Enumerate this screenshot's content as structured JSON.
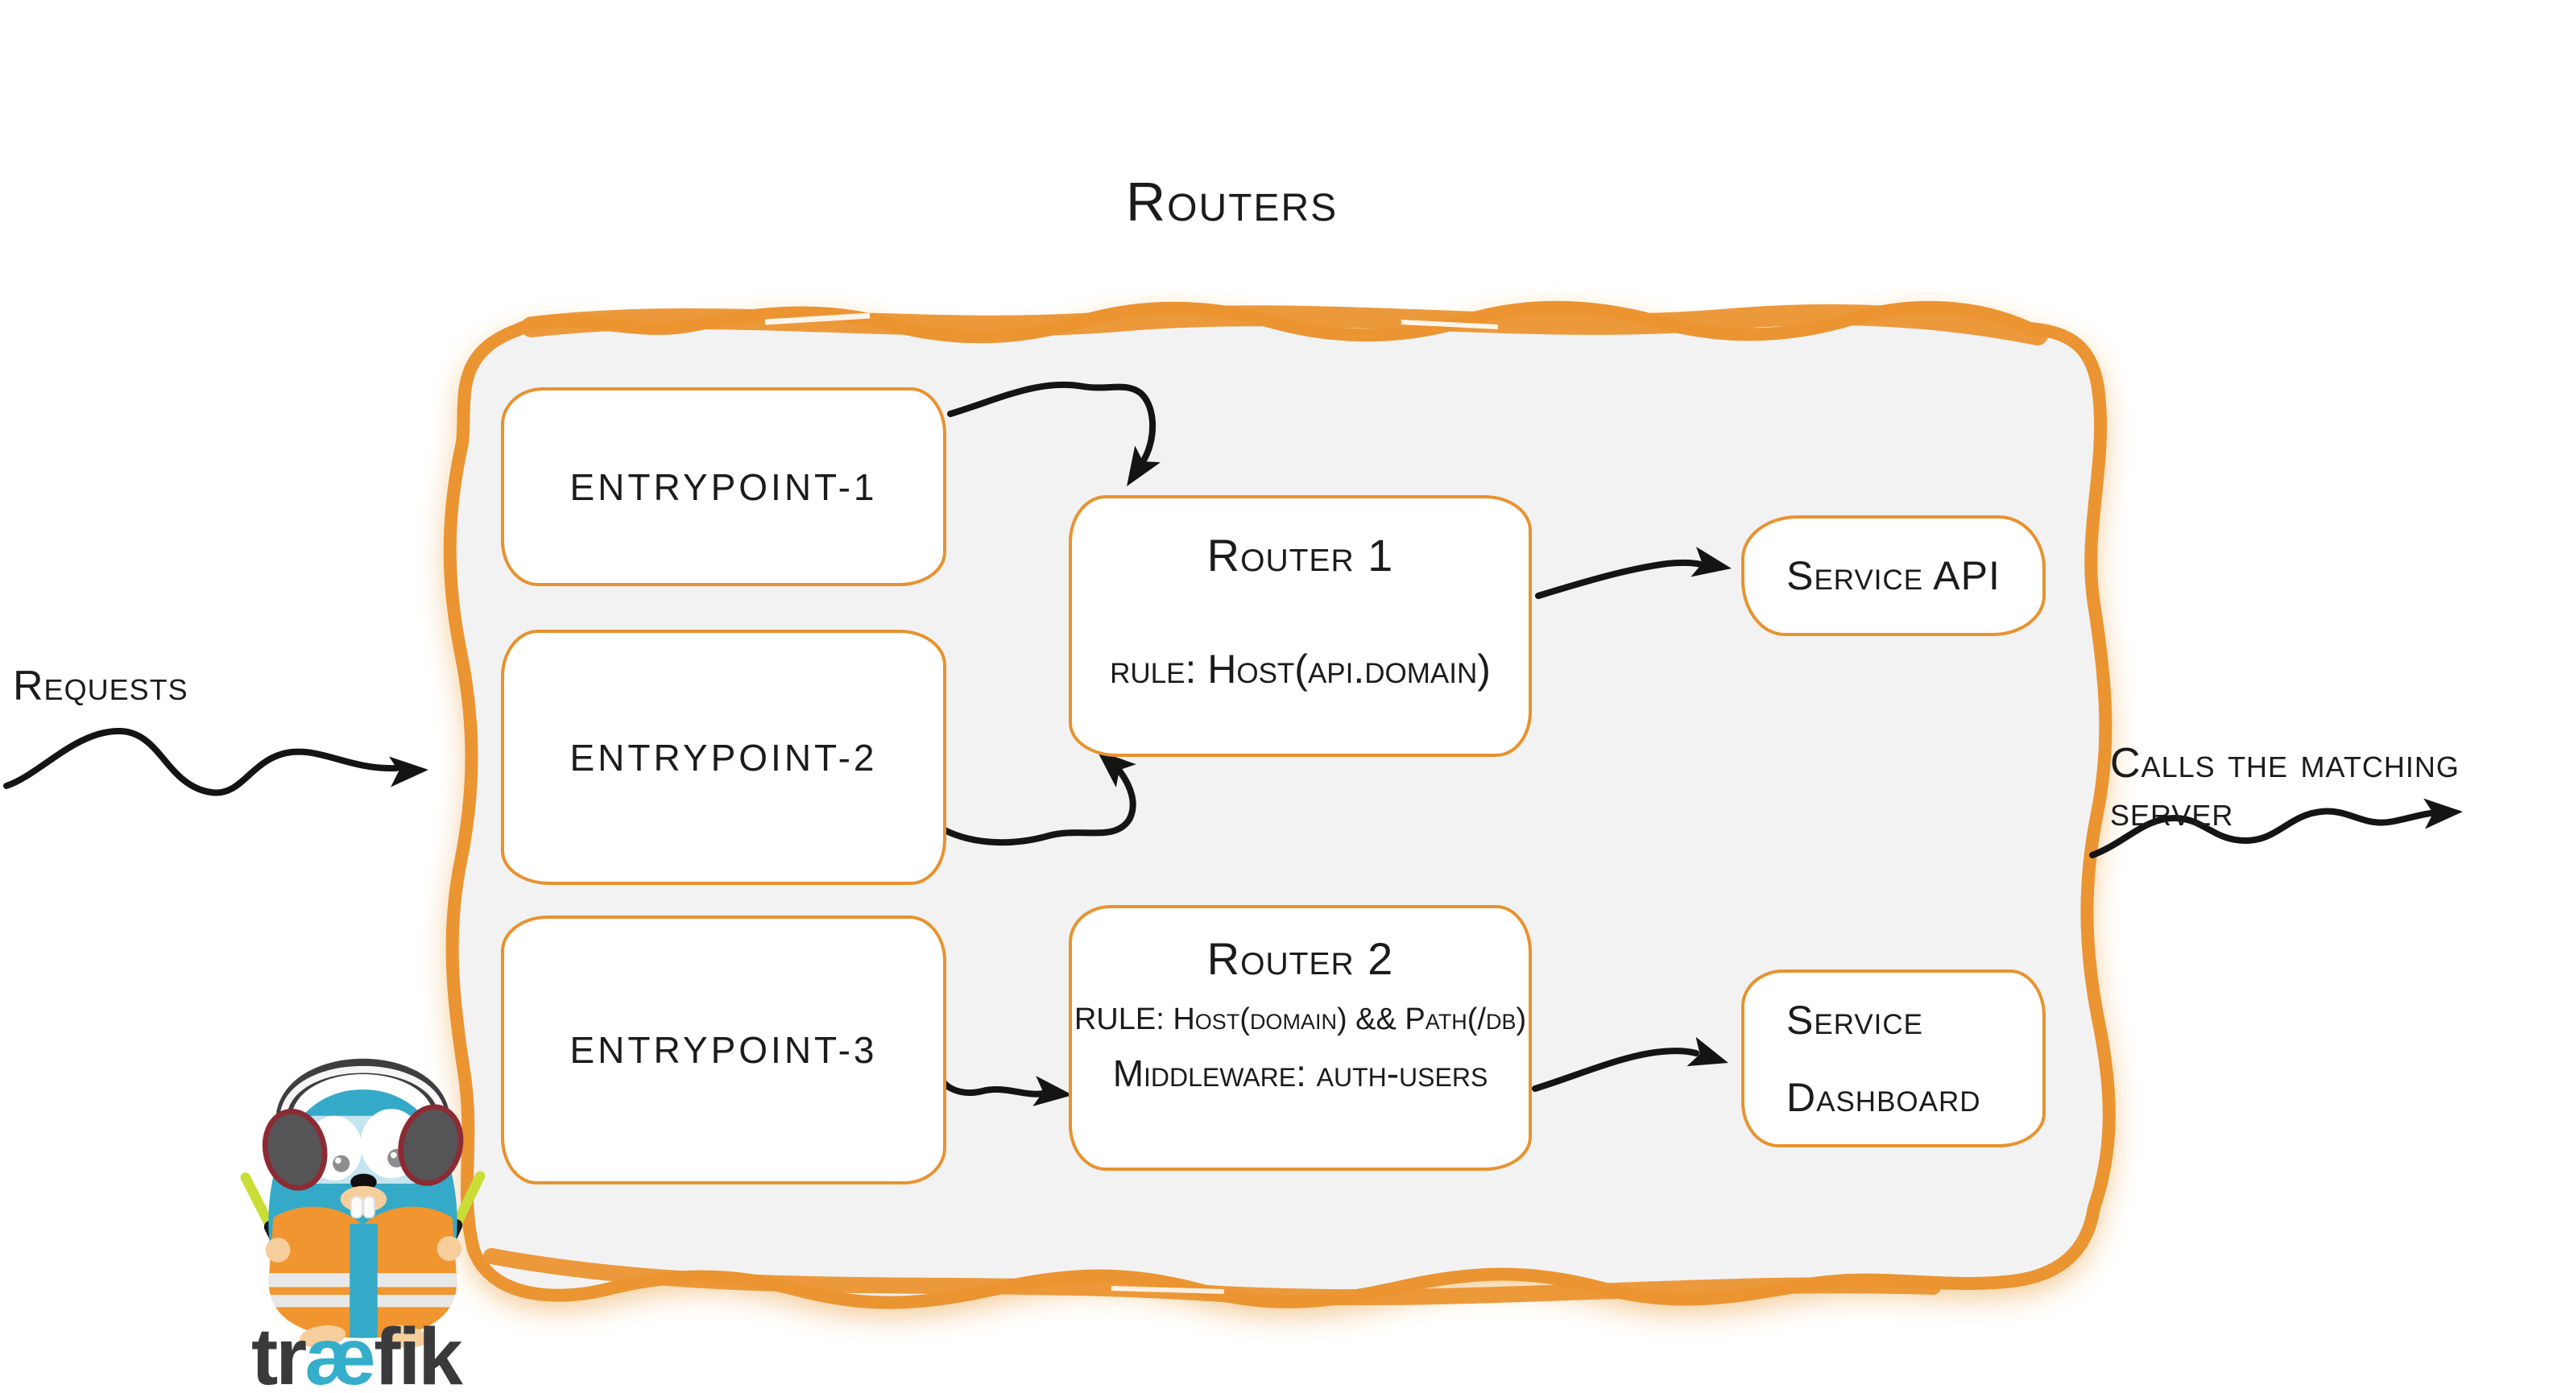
{
  "title": "Routers",
  "external_labels": {
    "requests": "Requests",
    "calls": "Calls the matching server"
  },
  "entrypoints": [
    {
      "label": "entrypoint-1"
    },
    {
      "label": "entrypoint-2"
    },
    {
      "label": "entrypoint-3"
    }
  ],
  "routers": [
    {
      "name": "Router 1",
      "rule": "rule: Host(api.domain)"
    },
    {
      "name": "Router 2",
      "rule": "RULE: Host(domain) && Path(/db)",
      "middleware": "Middleware: auth-users"
    }
  ],
  "services": [
    {
      "lines": [
        "Service API"
      ]
    },
    {
      "lines": [
        "Service",
        "Dashboard"
      ]
    }
  ],
  "logo": {
    "pre": "tr",
    "ligature": "æ",
    "post": "fik"
  },
  "colors": {
    "container_border": "#EB9430",
    "container_fill": "#F2F2F3",
    "box_border": "#E8922F",
    "arrow_ink": "#141414",
    "text_ink": "#1B1B1B",
    "logo_blue": "#35AECB",
    "logo_dark": "#3A3A3C",
    "gopher_body": "#35A9C8",
    "vest_orange": "#F0952F",
    "wand_green": "#CADD36"
  }
}
